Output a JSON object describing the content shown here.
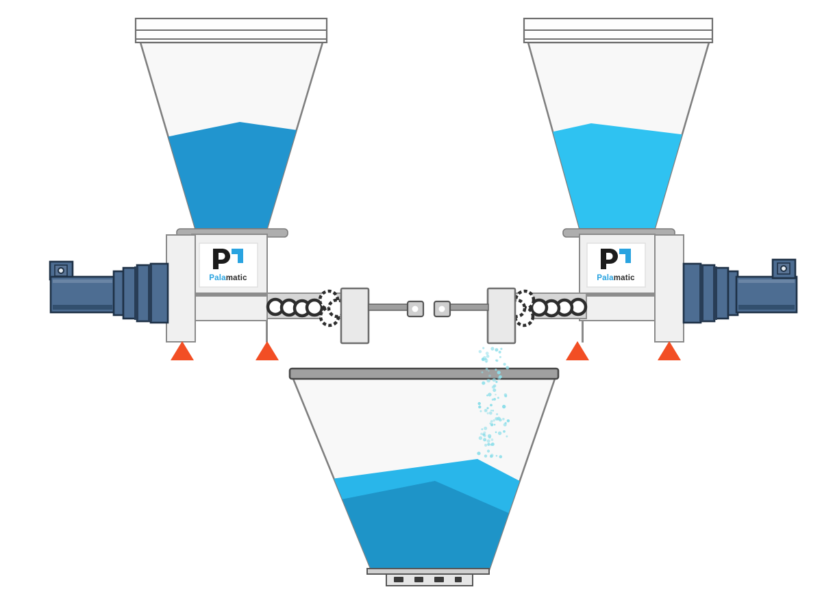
{
  "brand": {
    "logo_text_primary": "Pala",
    "logo_text_secondary": "matic"
  },
  "colors": {
    "material_left": "#2195cf",
    "material_right": "#2fc2f1",
    "material_bottom_top_layer": "#29b6ea",
    "material_bottom_lower_layer": "#1e94c8",
    "particles": "#8edee9",
    "motor_body": "#4d6d92",
    "motor_outline": "#1e3146",
    "frame_light": "#f0f0f0",
    "frame_outline": "#8a8a8a",
    "foot_accent": "#f24e24",
    "logo_blue": "#29a3e0",
    "logo_dark": "#2b2b2b"
  },
  "particles": {
    "count": 95
  }
}
